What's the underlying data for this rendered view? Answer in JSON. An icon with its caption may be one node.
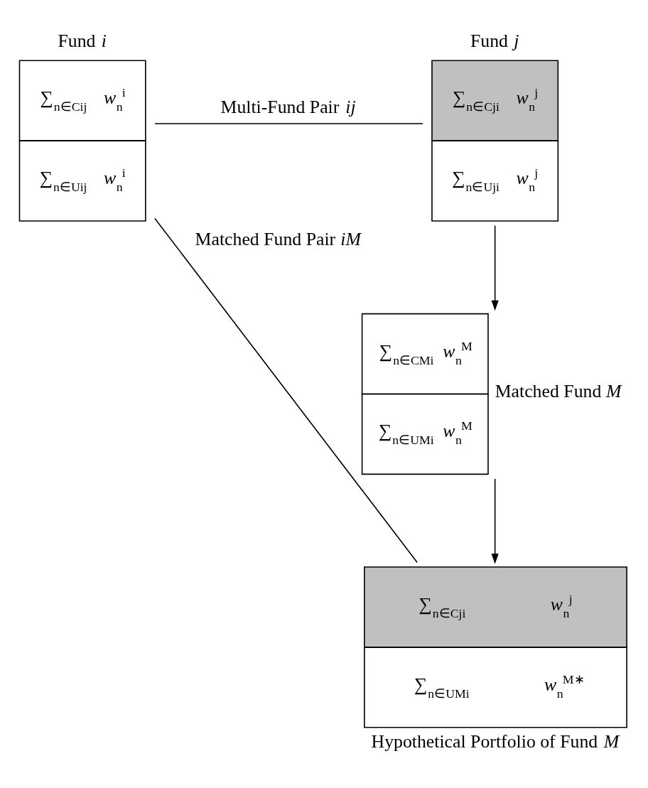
{
  "diagram": {
    "nodes": [
      {
        "text": [
          "Fund *i*",
          "∑$_{n∈C}$$_{ij}$ *w*$_{n}$$^{i}$",
          "∑$_{n∈U}$$_{ij}$ *w*$_{n}$$^{i}$"
        ]
      },
      {
        "text": [
          "Fund *j*",
          "∑$_{n∈C}$$_{ji}$ *w*$_{n}$$^{j}$",
          "∑$_{n∈U}$$_{ji}$ *w*$_{n}$$^{j}$"
        ]
      },
      {
        "text": [
          "Matched Fund *M*",
          "∑$_{n∈C}$$_{Mi}$ *w*$_{n}$$^{M}$",
          "∑$_{n∈U}$$_{Mi}$ *w*$_{n}$$^{M}$"
        ]
      },
      {
        "text": [
          "∑$_{n∈C}$$_{ji}$ *w*$_{n}$$^{j}$",
          "∑$_{n∈U}$$_{Mi}$ *w*$_{n}$$^{M∗}$",
          "Hypothetical Portfolio of Fund *M*"
        ]
      }
    ],
    "edges": [
      {
        "from": 0,
        "to": 1,
        "arrow": "none",
        "label": "Multi-Fund Pair *ij*"
      },
      {
        "from": 1,
        "to": 2,
        "arrow": "to"
      },
      {
        "from": 2,
        "to": 3,
        "arrow": "to"
      },
      {
        "from": 0,
        "to": 3,
        "arrow": "none",
        "label": "Matched Fund Pair *iM*"
      }
    ]
  }
}
